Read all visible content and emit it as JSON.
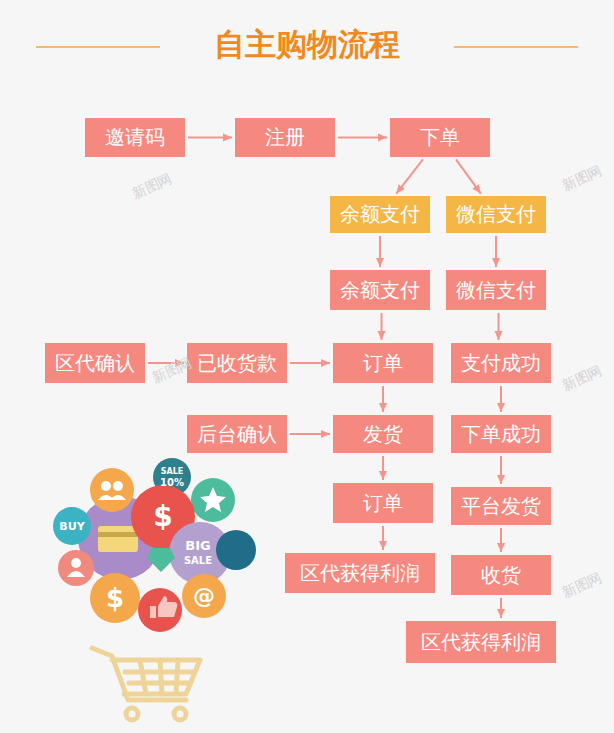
{
  "diagram": {
    "title": "自主购物流程",
    "nodes": [
      {
        "text": [
          "邀请码"
        ]
      },
      {
        "text": [
          "注册"
        ]
      },
      {
        "text": [
          "下单"
        ]
      },
      {
        "text": [
          "余额支付"
        ]
      },
      {
        "text": [
          "微信支付"
        ]
      },
      {
        "text": [
          "余额支付"
        ]
      },
      {
        "text": [
          "微信支付"
        ]
      },
      {
        "text": [
          "区代确认"
        ]
      },
      {
        "text": [
          "已收货款"
        ]
      },
      {
        "text": [
          "订单"
        ]
      },
      {
        "text": [
          "支付成功"
        ]
      },
      {
        "text": [
          "后台确认"
        ]
      },
      {
        "text": [
          "发货"
        ]
      },
      {
        "text": [
          "下单成功"
        ]
      },
      {
        "text": [
          "订单"
        ]
      },
      {
        "text": [
          "平台发货"
        ]
      },
      {
        "text": [
          "区代获得利润"
        ]
      },
      {
        "text": [
          "收货"
        ]
      },
      {
        "text": [
          "区代获得利润"
        ]
      }
    ],
    "edges": [
      {
        "from": 0,
        "to": 1,
        "arrow": "to"
      },
      {
        "from": 1,
        "to": 2,
        "arrow": "to"
      },
      {
        "from": 2,
        "to": 3,
        "arrow": "to"
      },
      {
        "from": 2,
        "to": 4,
        "arrow": "to"
      },
      {
        "from": 3,
        "to": 5,
        "arrow": "to"
      },
      {
        "from": 4,
        "to": 6,
        "arrow": "to"
      },
      {
        "from": 7,
        "to": 8,
        "arrow": "to"
      },
      {
        "from": 8,
        "to": 9,
        "arrow": "to"
      },
      {
        "from": 5,
        "to": 9,
        "arrow": "to"
      },
      {
        "from": 6,
        "to": 10,
        "arrow": "to"
      },
      {
        "from": 11,
        "to": 12,
        "arrow": "to"
      },
      {
        "from": 9,
        "to": 12,
        "arrow": "to"
      },
      {
        "from": 10,
        "to": 13,
        "arrow": "to"
      },
      {
        "from": 12,
        "to": 14,
        "arrow": "to"
      },
      {
        "from": 13,
        "to": 15,
        "arrow": "to"
      },
      {
        "from": 14,
        "to": 16,
        "arrow": "to"
      },
      {
        "from": 15,
        "to": 17,
        "arrow": "to"
      },
      {
        "from": 17,
        "to": 18,
        "arrow": "to"
      }
    ],
    "labels": [
      "SALE",
      "10%",
      "BUY",
      "$",
      "BIG",
      "SALE",
      "$",
      "@",
      "新图网",
      "新图网",
      "新图网",
      "新图网",
      "新图网"
    ]
  }
}
